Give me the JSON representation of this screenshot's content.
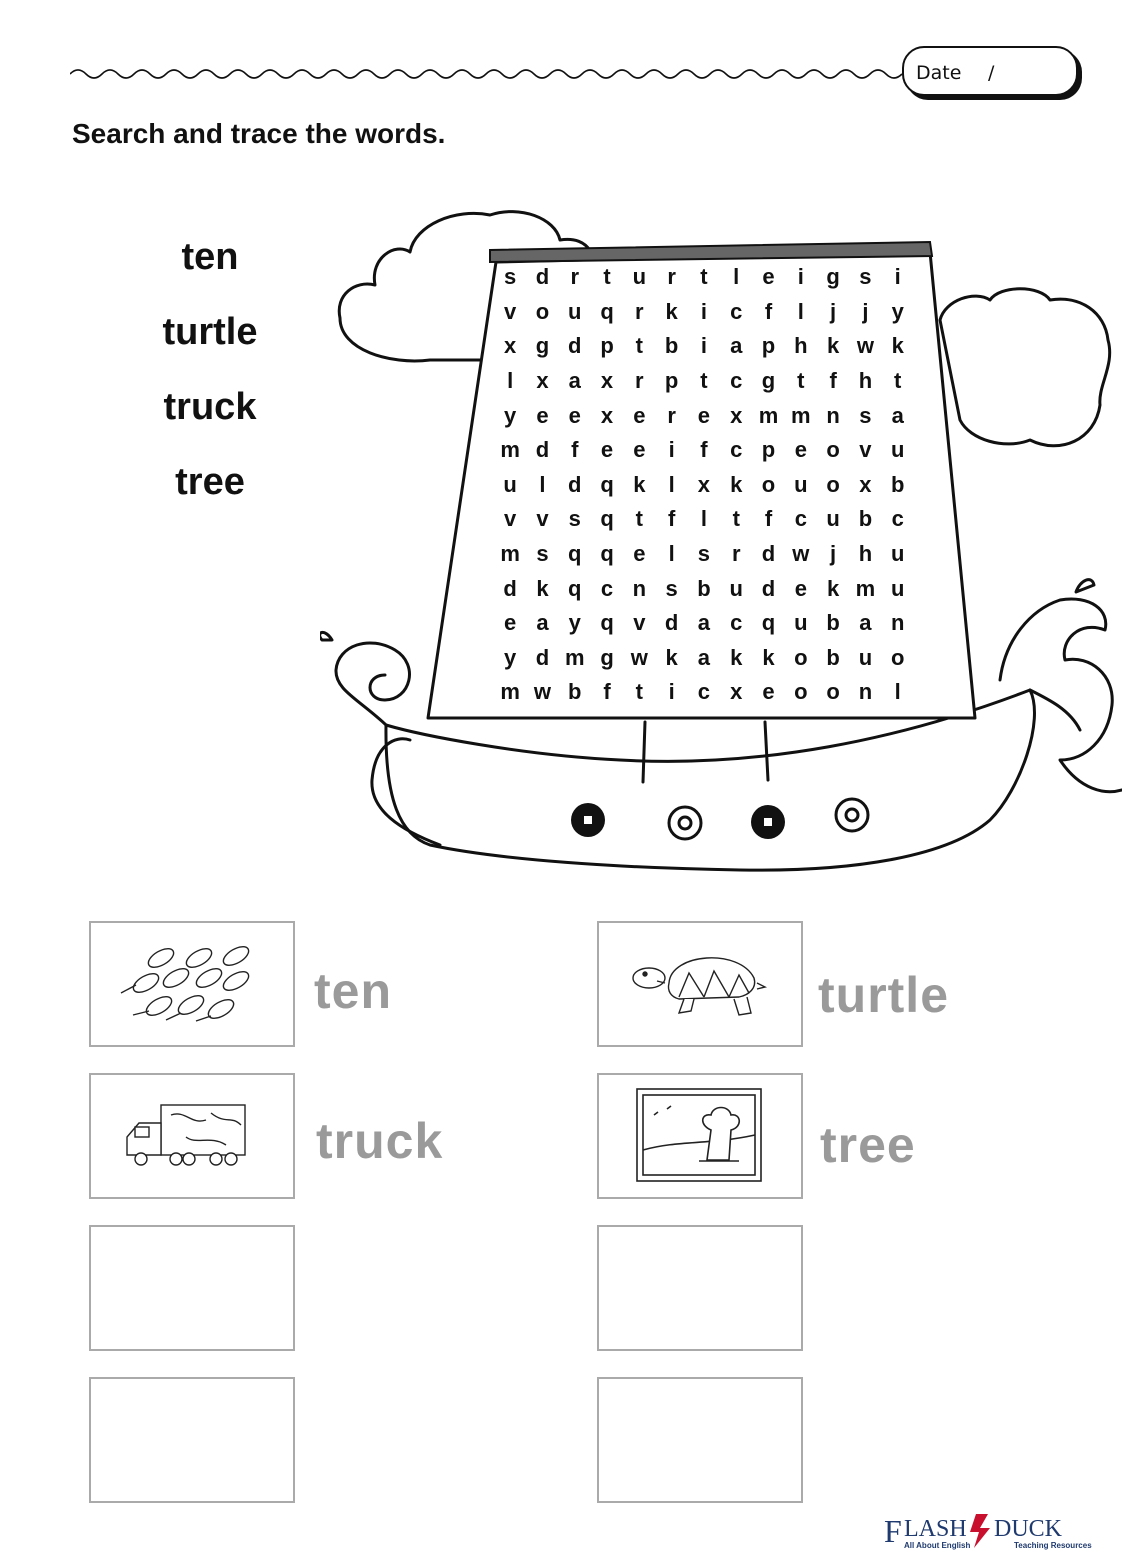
{
  "header": {
    "date_label": "Date",
    "date_separator": "/"
  },
  "instruction": "Search and trace the words.",
  "word_list": [
    "ten",
    "turtle",
    "truck",
    "tree"
  ],
  "word_search": {
    "rows": [
      [
        "s",
        "d",
        "r",
        "t",
        "u",
        "r",
        "t",
        "l",
        "e",
        "i",
        "g",
        "s",
        "i"
      ],
      [
        "v",
        "o",
        "u",
        "q",
        "r",
        "k",
        "i",
        "c",
        "f",
        "l",
        "j",
        "j",
        "y"
      ],
      [
        "x",
        "g",
        "d",
        "p",
        "t",
        "b",
        "i",
        "a",
        "p",
        "h",
        "k",
        "w",
        "k"
      ],
      [
        "l",
        "x",
        "a",
        "x",
        "r",
        "p",
        "t",
        "c",
        "g",
        "t",
        "f",
        "h",
        "t"
      ],
      [
        "y",
        "e",
        "e",
        "x",
        "e",
        "r",
        "e",
        "x",
        "m",
        "m",
        "n",
        "s",
        "a"
      ],
      [
        "m",
        "d",
        "f",
        "e",
        "e",
        "i",
        "f",
        "c",
        "p",
        "e",
        "o",
        "v",
        "u"
      ],
      [
        "u",
        "l",
        "d",
        "q",
        "k",
        "l",
        "x",
        "k",
        "o",
        "u",
        "o",
        "x",
        "b"
      ],
      [
        "v",
        "v",
        "s",
        "q",
        "t",
        "f",
        "l",
        "t",
        "f",
        "c",
        "u",
        "b",
        "c"
      ],
      [
        "m",
        "s",
        "q",
        "q",
        "e",
        "l",
        "s",
        "r",
        "d",
        "w",
        "j",
        "h",
        "u"
      ],
      [
        "d",
        "k",
        "q",
        "c",
        "n",
        "s",
        "b",
        "u",
        "d",
        "e",
        "k",
        "m",
        "u"
      ],
      [
        "e",
        "a",
        "y",
        "q",
        "v",
        "d",
        "a",
        "c",
        "q",
        "u",
        "b",
        "a",
        "n"
      ],
      [
        "y",
        "d",
        "m",
        "g",
        "w",
        "k",
        "a",
        "k",
        "k",
        "o",
        "b",
        "u",
        "o"
      ],
      [
        "m",
        "w",
        "b",
        "f",
        "t",
        "i",
        "c",
        "x",
        "e",
        "o",
        "o",
        "n",
        "l"
      ]
    ]
  },
  "trace_cards": [
    {
      "word": "ten",
      "icon": "leaves-icon"
    },
    {
      "word": "turtle",
      "icon": "turtle-icon"
    },
    {
      "word": "truck",
      "icon": "truck-icon"
    },
    {
      "word": "tree",
      "icon": "tree-picture-icon"
    },
    {
      "word": "",
      "icon": ""
    },
    {
      "word": "",
      "icon": ""
    },
    {
      "word": "",
      "icon": ""
    },
    {
      "word": "",
      "icon": ""
    }
  ],
  "logo": {
    "name": "FLASH DUCK",
    "tagline_left": "All About English",
    "tagline_right": "Teaching Resources"
  }
}
